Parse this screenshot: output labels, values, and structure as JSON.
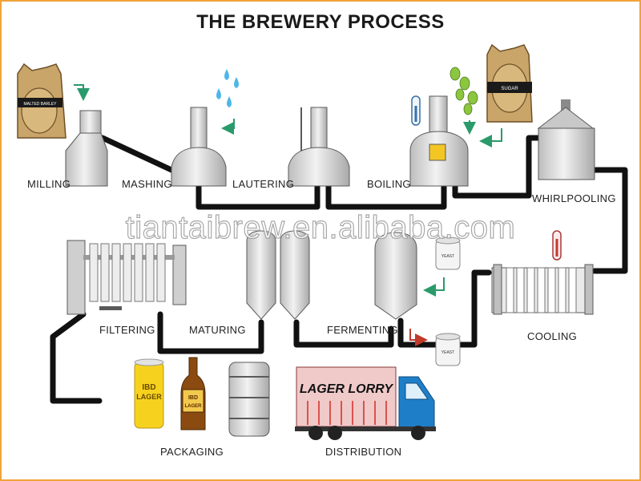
{
  "title": "THE BREWERY PROCESS",
  "stages": {
    "milling": "MILLING",
    "mashing": "MASHING",
    "lautering": "LAUTERING",
    "boiling": "BOILING",
    "whirlpooling": "WHIRLPOOLING",
    "cooling": "COOLING",
    "fermenting": "FERMENTING",
    "maturing": "MATURING",
    "filtering": "FILTERING",
    "packaging": "PACKAGING",
    "distribution": "DISTRIBUTION"
  },
  "ingredients": {
    "malted_barley": "MALTED BARLEY",
    "sugar": "SUGAR",
    "yeast_in": "YEAST",
    "yeast_out": "YEAST"
  },
  "products": {
    "can_text_line1": "IBD",
    "can_text_line2": "LAGER",
    "bottle_text_line1": "IBD",
    "bottle_text_line2": "LAGER",
    "truck_text": "LAGER LORRY"
  },
  "watermark": "tiantaibrew.en.alibaba.com",
  "colors": {
    "pipe": "#111111",
    "vessel": "#d9d9d9",
    "vessel_stroke": "#5a5a5a",
    "arrow": "#2a9a6a",
    "yeast_out_arrow": "#c0392b",
    "truck_blue": "#1e7fc8",
    "trailer_red": "#d9534f",
    "can_yellow": "#f6d21f",
    "bottle_brown": "#8a4a10",
    "sack_tan": "#c9a56a",
    "border": "#f0a43a"
  }
}
